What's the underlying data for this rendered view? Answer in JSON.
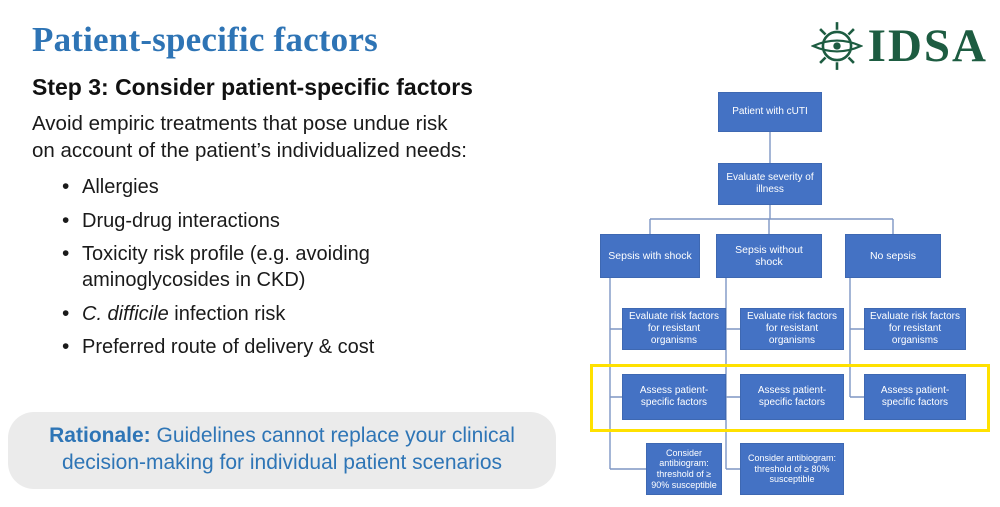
{
  "slide": {
    "title": "Patient-specific factors",
    "logo": {
      "text": "IDSA",
      "icon": "starburst-eye-icon",
      "color": "#1D5C41"
    },
    "step_heading": "Step 3: Consider patient-specific factors",
    "intro_line1": "Avoid empiric treatments that pose undue risk",
    "intro_line2": "on account of the patient’s individualized needs:",
    "bullets": [
      {
        "em": "",
        "text": "Allergies"
      },
      {
        "em": "",
        "text": "Drug-drug interactions"
      },
      {
        "em": "",
        "text": "Toxicity risk profile (e.g. avoiding aminoglycosides in CKD)"
      },
      {
        "em": "C. difficile",
        "text": " infection risk"
      },
      {
        "em": "",
        "text": "Preferred route of delivery & cost"
      }
    ],
    "rationale": {
      "label": "Rationale:",
      "text": " Guidelines cannot replace your clinical decision-making for individual patient scenarios"
    }
  },
  "flowchart": {
    "nodes": [
      {
        "label": "Patient with cUTI"
      },
      {
        "label": "Evaluate severity of illness"
      },
      {
        "label": "Sepsis with shock"
      },
      {
        "label": "Sepsis without shock"
      },
      {
        "label": "No sepsis"
      },
      {
        "label": "Evaluate risk factors for resistant organisms"
      },
      {
        "label": "Evaluate risk factors for resistant organisms"
      },
      {
        "label": "Evaluate risk factors for resistant organisms"
      },
      {
        "label": "Assess patient-specific factors"
      },
      {
        "label": "Assess patient-specific factors"
      },
      {
        "label": "Assess patient-specific factors"
      },
      {
        "label": "Consider antibiogram: threshold of ≥ 90% susceptible"
      },
      {
        "label": "Consider antibiogram: threshold of ≥ 80% susceptible"
      }
    ],
    "box_color": "#4472C4",
    "connector_color": "#7E96C4",
    "highlight_color": "#FFE100"
  },
  "colors": {
    "title_blue": "#2E74B5",
    "rationale_blue": "#2E75B6",
    "rationale_bg": "#EBEBEB",
    "logo_green": "#1D5C41"
  }
}
